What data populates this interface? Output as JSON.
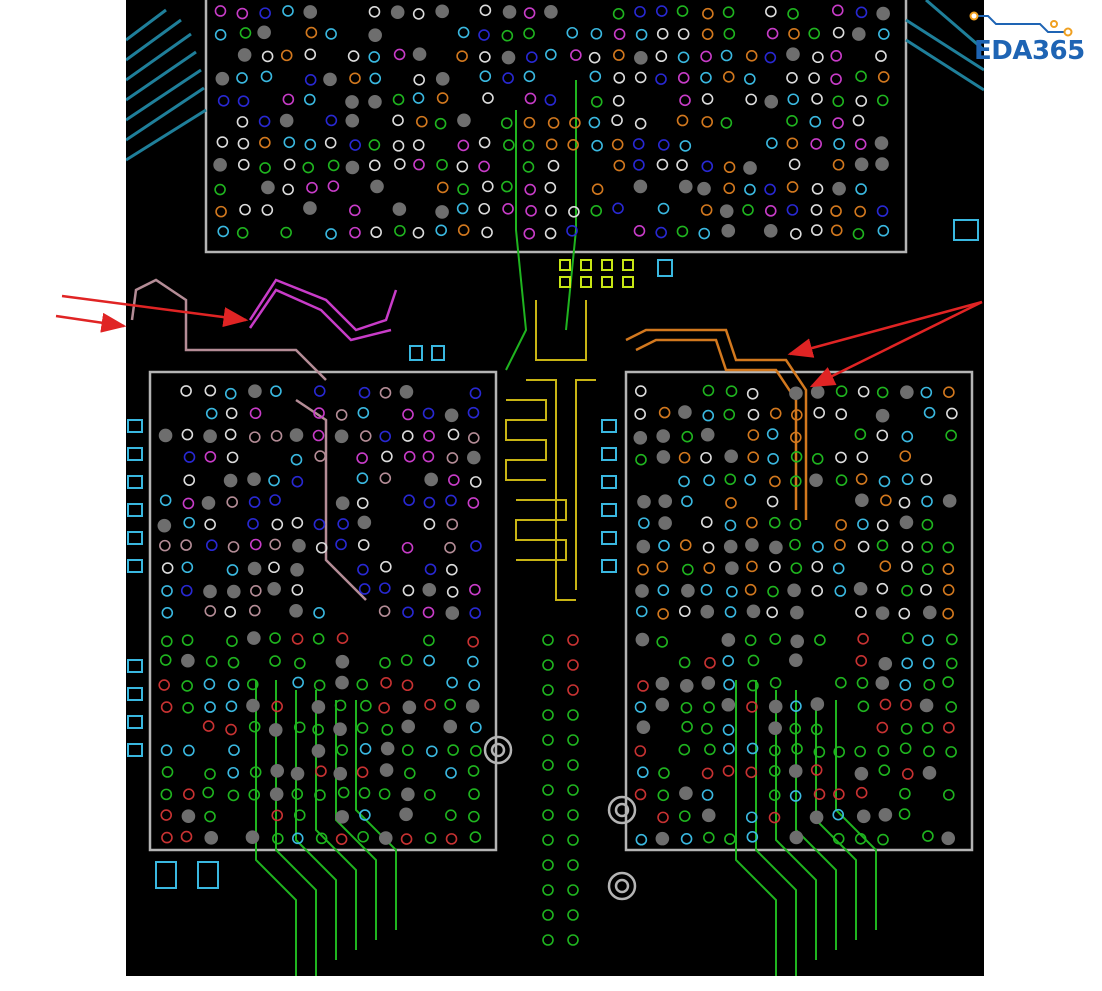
{
  "image": {
    "subject": "pcb-layout",
    "background_color": "#000000",
    "page_background": "#ffffff"
  },
  "colors": {
    "outline_gray": "#b4b4b4",
    "trace_teal": "#1f7f9a",
    "pad_cyan": "#3ab8e0",
    "via_gray": "#6e6e6e",
    "trace_green": "#1fb41f",
    "trace_yellow": "#c8b414",
    "trace_orange": "#d2781e",
    "trace_magenta": "#c83cc8",
    "trace_pink": "#b48c96",
    "trace_blue": "#2828d2",
    "trace_red": "#c83232",
    "pad_white": "#dcdcdc",
    "arrow_red": "#e02424",
    "logo_blue": "#1e64b4",
    "logo_orange": "#f0a020"
  },
  "watermark": {
    "text": "EDA365",
    "icon": "circuit-trace-logo"
  },
  "annotations": {
    "arrow_count": 4,
    "arrow_color": "#e02424"
  }
}
